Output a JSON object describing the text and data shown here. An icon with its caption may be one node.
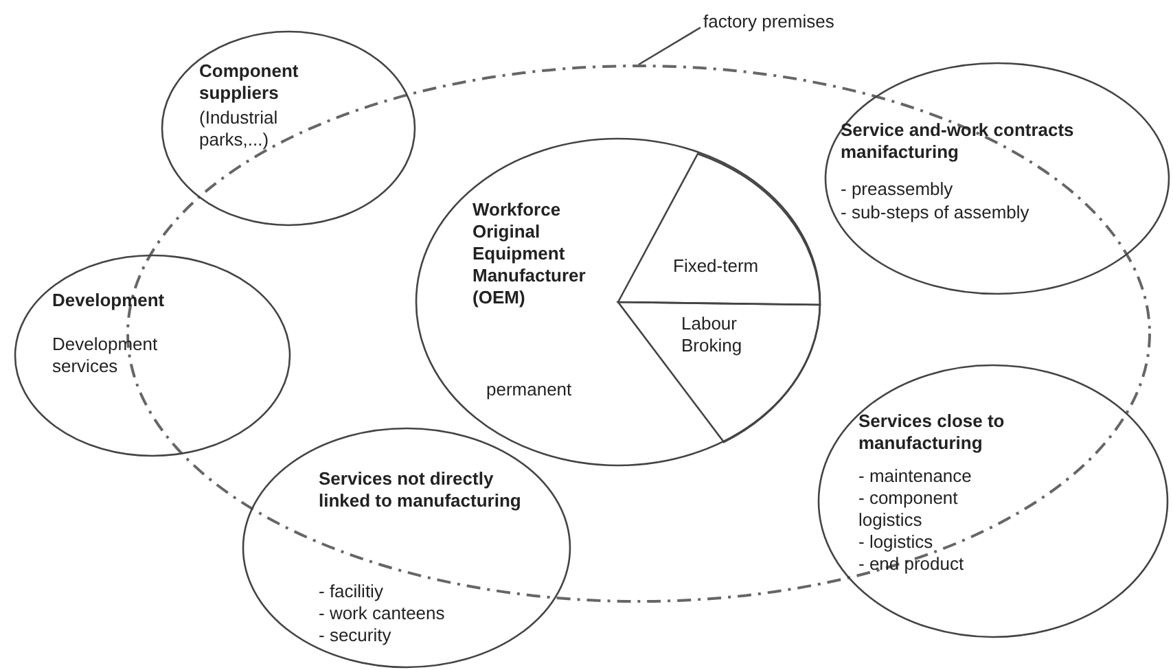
{
  "diagram": {
    "nodes": [
      {
        "text": [],
        "shape": "ellipse"
      },
      {
        "text": [
          "factory premises"
        ]
      },
      {
        "text": [
          "Component suppliers",
          "(Industrial parks,...)"
        ]
      },
      {
        "text": [
          "Service and-work contracts manifacturing",
          "- preassembly",
          "- sub-steps of assembly"
        ]
      },
      {
        "text": [
          "Workforce Original Equipment Manufacturer (OEM)",
          "permanent"
        ],
        "in": 0
      },
      {
        "text": [
          "Fixed-term"
        ],
        "in": 4
      },
      {
        "text": [
          "Labour Broking"
        ],
        "in": 4
      },
      {
        "text": [
          "Development",
          "Development services"
        ]
      },
      {
        "text": [
          "Services not directly linked to manufacturing",
          "- facilitiy",
          "- work canteens",
          "- security"
        ]
      },
      {
        "text": [
          "Services close to manufacturing",
          "- maintenance",
          "- component logistics",
          "- logistics",
          "- end product"
        ]
      }
    ],
    "edges": [
      {
        "from": 1,
        "to": 0,
        "arrow": "none"
      }
    ]
  }
}
